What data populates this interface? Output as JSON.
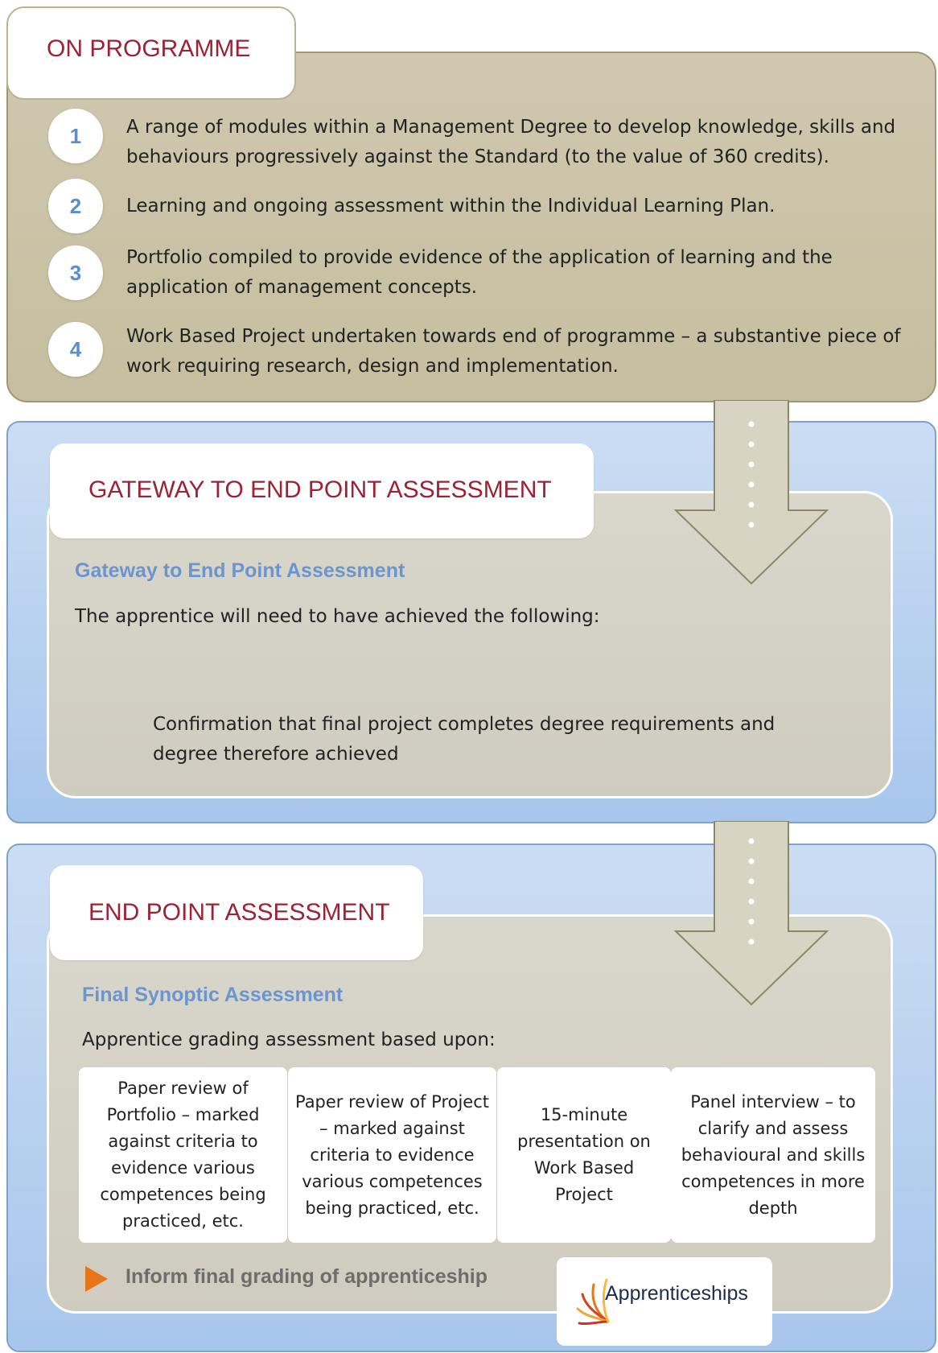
{
  "on_programme": {
    "title": "ON PROGRAMME",
    "steps": [
      {
        "num": "1",
        "text": "A range of modules within a Management Degree to develop knowledge, skills and behaviours progressively against the Standard (to the value of 360 credits)."
      },
      {
        "num": "2",
        "text": "Learning and ongoing assessment within the Individual Learning Plan."
      },
      {
        "num": "3",
        "text": "Portfolio compiled to provide evidence of the application of learning and the application of management concepts."
      },
      {
        "num": "4",
        "text": "Work Based Project undertaken towards end of programme – a substantive piece of work requiring research, design and implementation."
      }
    ]
  },
  "gateway": {
    "title": "GATEWAY TO END POINT ASSESSMENT",
    "subheading": "Gateway to End Point Assessment",
    "intro": "The apprentice will need to have achieved the following:",
    "confirmation": "Confirmation that final project completes degree requirements and degree therefore achieved"
  },
  "end_point": {
    "title": "END POINT ASSESSMENT",
    "subheading": "Final Synoptic Assessment",
    "intro": "Apprentice grading assessment based upon:",
    "components": [
      "Paper review of Portfolio – marked against criteria to evidence various competences being practiced, etc.",
      "Paper review of Project – marked against criteria to evidence various competences being practiced, etc.",
      "15-minute presentation on Work Based Project",
      "Panel interview – to clarify and assess behavioural and skills competences in more depth"
    ],
    "grading_note": "Inform final grading of apprenticeship"
  },
  "logo": {
    "text": "Apprenticeships"
  },
  "colors": {
    "title_red": "#9b2335",
    "accent_blue": "#6b95cf",
    "khaki_panel": "#cbc4a8",
    "blue_panel": "#b8d1ef",
    "orange_arrow": "#e8751a"
  }
}
